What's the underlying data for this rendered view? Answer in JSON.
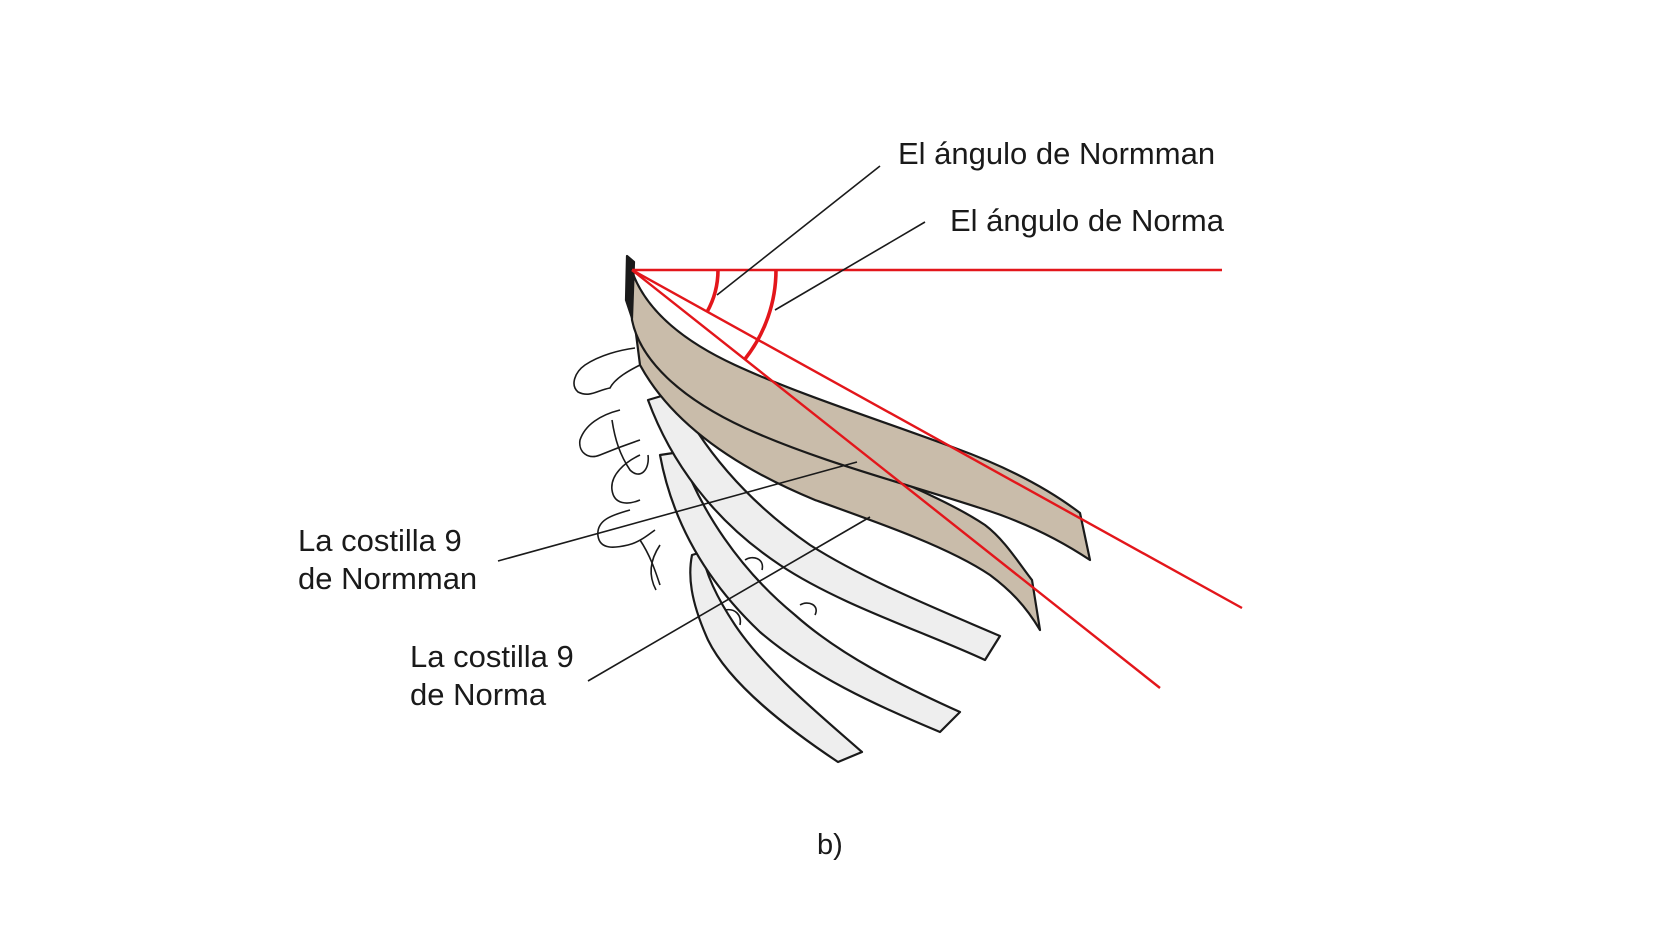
{
  "labels": {
    "angle_normman": "El ángulo de Normman",
    "angle_norma": "El ángulo de Norma",
    "rib_normman_line1": "La costilla 9",
    "rib_normman_line2": "de Normman",
    "rib_norma_line1": "La costilla 9",
    "rib_norma_line2": "de Norma",
    "panel": "b)"
  },
  "colors": {
    "angle_lines": "#e3161b",
    "highlighted_rib": "#c9bcaa",
    "other_ribs": "#eeeeee",
    "outline": "#1a1a1a"
  }
}
